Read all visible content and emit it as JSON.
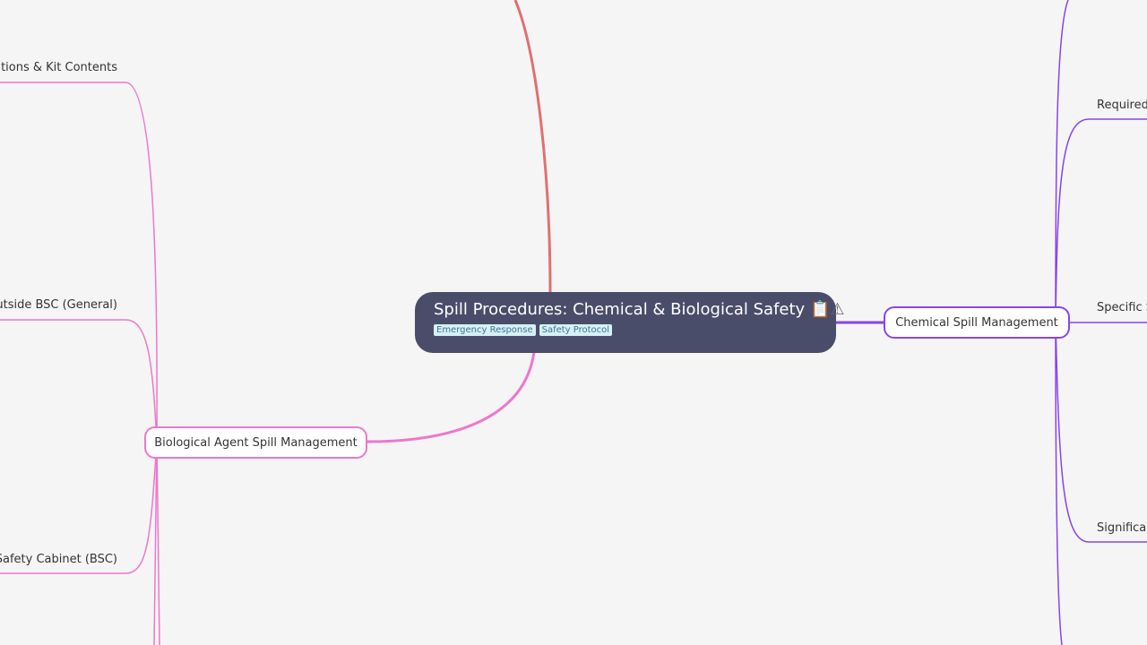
{
  "root": {
    "title": "Spill Procedures: Chemical & Biological Safety",
    "icons": [
      "clipboard-icon",
      "warning-icon"
    ],
    "tags": [
      "Emergency Response",
      "Safety Protocol"
    ]
  },
  "chemical": {
    "label": "Chemical Spill Management",
    "color": "#8844ee",
    "children": [
      "Required",
      "Specific S",
      "Significar"
    ]
  },
  "biological": {
    "label": "Biological Agent Spill Management",
    "color": "#ee77cc",
    "children": [
      "autions & Kit Contents",
      "Outside BSC (General)",
      "l Safety Cabinet (BSC)"
    ]
  },
  "colors": {
    "top_branch": "#e07070",
    "root_bg": "#4a4d69",
    "background": "#f5f5f5"
  }
}
